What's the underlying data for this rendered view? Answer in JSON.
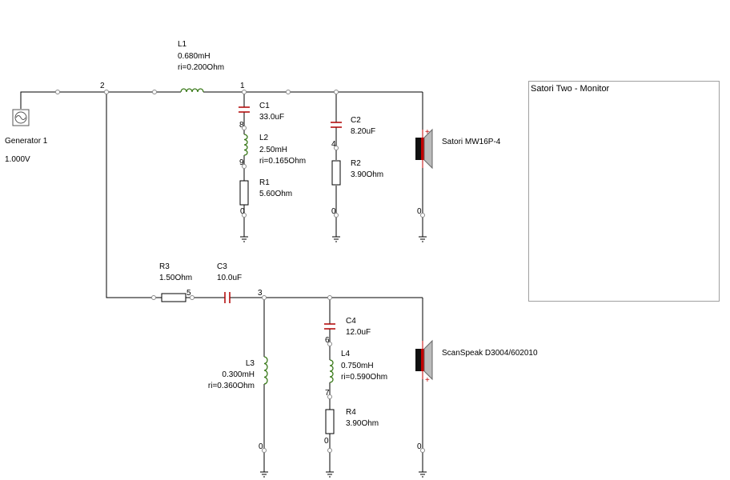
{
  "generator": {
    "name": "Generator 1",
    "voltage": "1.000V"
  },
  "monitor": {
    "title": "Satori Two - Monitor"
  },
  "components": {
    "L1": {
      "name": "L1",
      "value": "0.680mH",
      "extra": "ri=0.200Ohm"
    },
    "C1": {
      "name": "C1",
      "value": "33.0uF"
    },
    "L2": {
      "name": "L2",
      "value": "2.50mH",
      "extra": "ri=0.165Ohm"
    },
    "R1": {
      "name": "R1",
      "value": "5.60Ohm"
    },
    "C2": {
      "name": "C2",
      "value": "8.20uF"
    },
    "R2": {
      "name": "R2",
      "value": "3.90Ohm"
    },
    "R3": {
      "name": "R3",
      "value": "1.50Ohm"
    },
    "C3": {
      "name": "C3",
      "value": "10.0uF"
    },
    "L3": {
      "name": "L3",
      "value": "0.300mH",
      "extra": "ri=0.360Ohm"
    },
    "C4": {
      "name": "C4",
      "value": "12.0uF"
    },
    "L4": {
      "name": "L4",
      "value": "0.750mH",
      "extra": "ri=0.590Ohm"
    },
    "R4": {
      "name": "R4",
      "value": "3.90Ohm"
    }
  },
  "speakers": {
    "woofer": {
      "name": "Satori MW16P-4",
      "polarity": "+"
    },
    "tweeter": {
      "name": "ScanSpeak D3004/602010",
      "polarity": "+"
    }
  },
  "nodes": {
    "n1": "1",
    "n2": "2",
    "n3": "3",
    "n4": "4",
    "n5": "5",
    "n6": "6",
    "n7": "7",
    "n8": "8",
    "n9": "9",
    "g_r1": "0",
    "g_r2": "0",
    "g_woofer": "0",
    "g_l3": "0",
    "g_r4": "0",
    "g_tweeter": "0"
  }
}
